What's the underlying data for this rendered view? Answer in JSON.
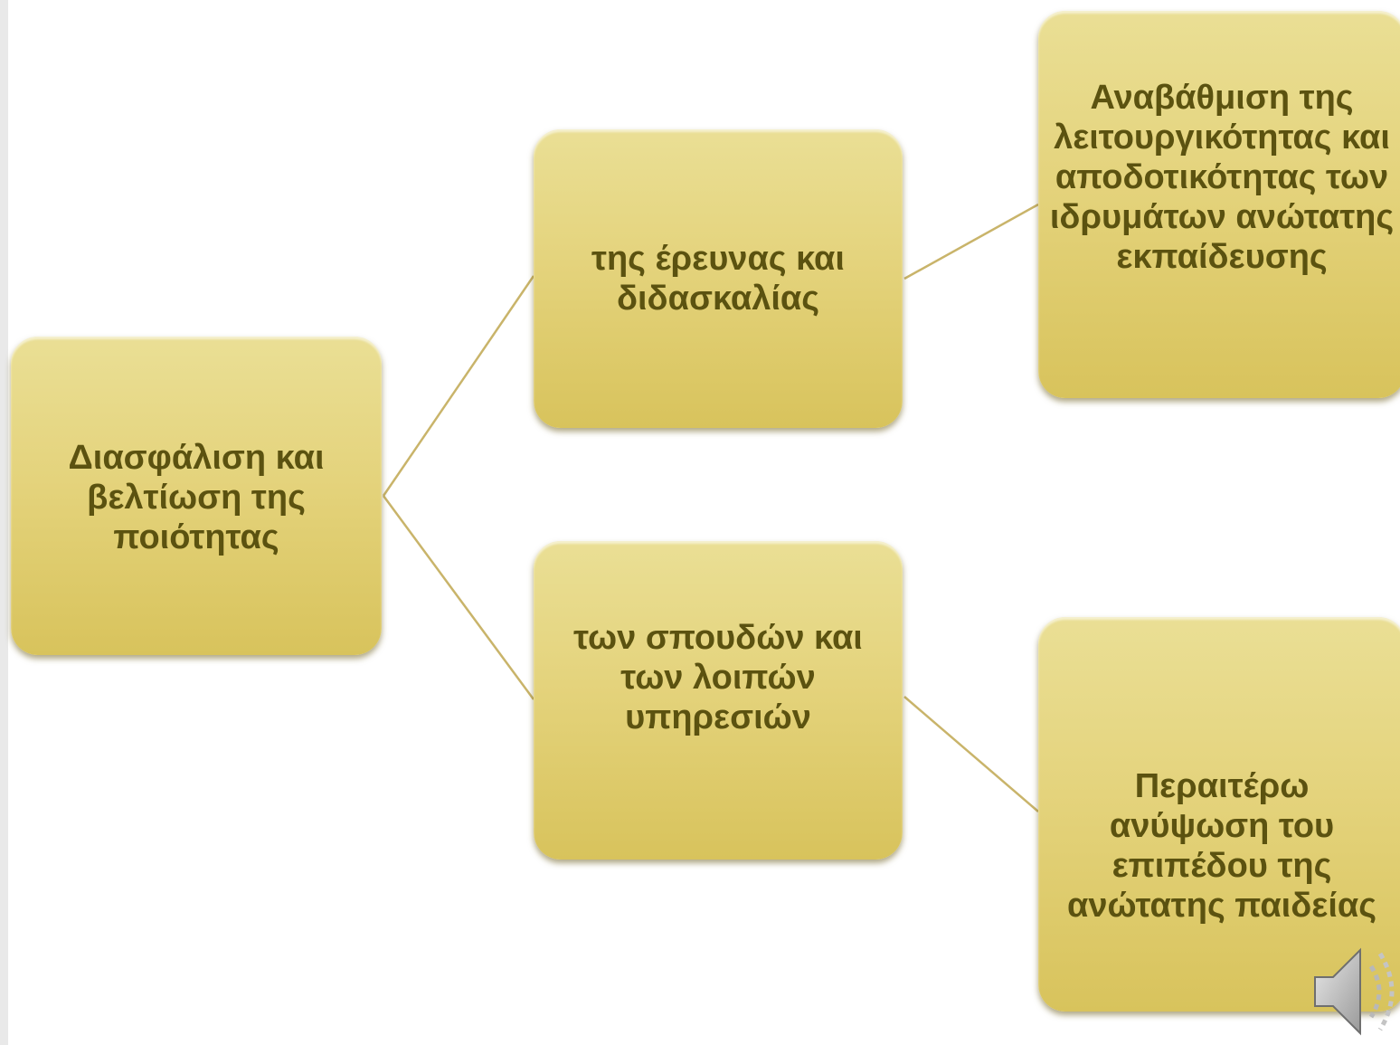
{
  "diagram": {
    "root": {
      "label": "Διασφάλιση και βελτίωση της ποιότητας"
    },
    "branch_research": {
      "label": "της έρευνας και διδασκαλίας"
    },
    "branch_studies": {
      "label": "των σπουδών και των λοιπών υπηρεσιών"
    },
    "outcome_upgrade": {
      "label": "Αναβάθμιση της λειτουργικότητας και αποδοτικότητας των ιδρυμάτων ανώτατης εκπαίδευσης"
    },
    "outcome_elevation": {
      "label": "Περαιτέρω ανύψωση του επιπέδου της ανώτατης παιδείας"
    }
  },
  "colors": {
    "node_fill": "#e4d37c",
    "node_text": "#5b5210",
    "connector": "#c9b46a"
  },
  "icons": [
    "speaker-icon"
  ]
}
